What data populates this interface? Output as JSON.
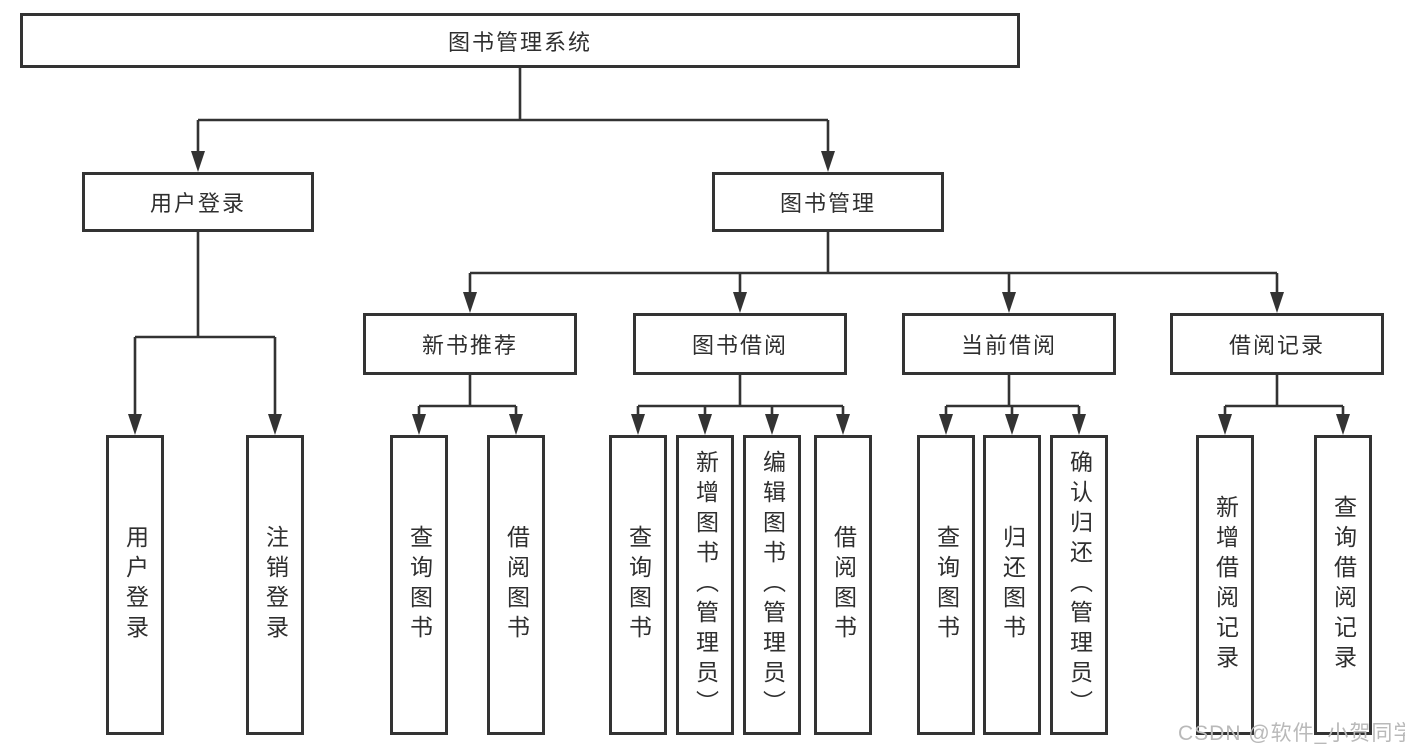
{
  "diagram": {
    "root": {
      "label": "图书管理系统"
    },
    "level2": [
      {
        "label": "用户登录"
      },
      {
        "label": "图书管理"
      }
    ],
    "level3": [
      {
        "label": "新书推荐",
        "parent": "图书管理"
      },
      {
        "label": "图书借阅",
        "parent": "图书管理"
      },
      {
        "label": "当前借阅",
        "parent": "图书管理"
      },
      {
        "label": "借阅记录",
        "parent": "图书管理"
      }
    ],
    "leaves": [
      {
        "label": "用户登录",
        "parent": "用户登录"
      },
      {
        "label": "注销登录",
        "parent": "用户登录"
      },
      {
        "label": "查询图书",
        "parent": "新书推荐"
      },
      {
        "label": "借阅图书",
        "parent": "新书推荐"
      },
      {
        "label": "查询图书",
        "parent": "图书借阅"
      },
      {
        "label": "新增图书（管理员）",
        "parent": "图书借阅"
      },
      {
        "label": "编辑图书（管理员）",
        "parent": "图书借阅"
      },
      {
        "label": "借阅图书",
        "parent": "图书借阅"
      },
      {
        "label": "查询图书",
        "parent": "当前借阅"
      },
      {
        "label": "归还图书",
        "parent": "当前借阅"
      },
      {
        "label": "确认归还（管理员）",
        "parent": "当前借阅"
      },
      {
        "label": "新增借阅记录",
        "parent": "借阅记录"
      },
      {
        "label": "查询借阅记录",
        "parent": "借阅记录"
      }
    ]
  },
  "watermark": {
    "text": "CSDN @软件_小贺同学"
  },
  "colors": {
    "line": "#333333",
    "text": "#2f2f2f",
    "watermark": "#b9b9b9",
    "background": "#ffffff"
  }
}
